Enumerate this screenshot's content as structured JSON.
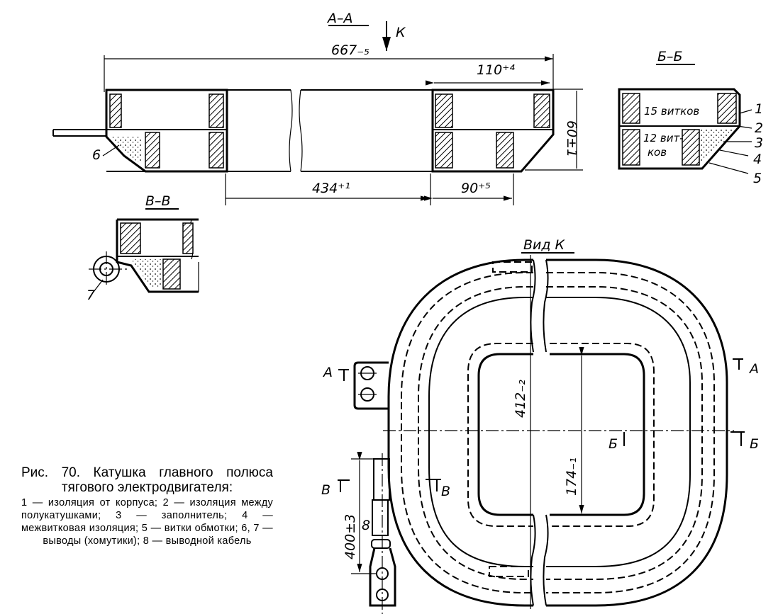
{
  "section_aa": {
    "title": "А–А",
    "view_arrow": "К",
    "dim_total": "667₋₅",
    "dim_coil_top": "110⁺⁴",
    "dim_height": "60±1",
    "dim_inner": "434⁺¹",
    "dim_coil_bottom": "90⁺⁵",
    "lead_label": "6"
  },
  "section_bb": {
    "title": "Б–Б",
    "upper_turns": "15 витков",
    "lower_turns_1": "12 вит-",
    "lower_turns_2": "ков",
    "callouts": [
      "1",
      "2",
      "3",
      "4",
      "5"
    ]
  },
  "section_vv": {
    "title": "В–В",
    "lead_label": "7"
  },
  "view_k": {
    "title": "Вид К",
    "cut_a_left": "А",
    "cut_a_right": "А",
    "cut_b_center": "Б",
    "cut_b_right": "Б",
    "cut_v_left": "В",
    "cut_v_right": "В",
    "dim_length": "412₋₂",
    "dim_window": "174₋₁",
    "dim_cable": "400±3",
    "cable_label": "8"
  },
  "caption": {
    "title": "Рис. 70. Катушка главного полюса тягового электродвигателя:",
    "body": "1 — изоляция от корпуса; 2 — изоляция между полукатушками; 3 — заполнитель; 4 — межвитковая изоляция; 5 — витки обмотки; 6, 7 — выводы (хомутики); 8 — выводной кабель"
  }
}
